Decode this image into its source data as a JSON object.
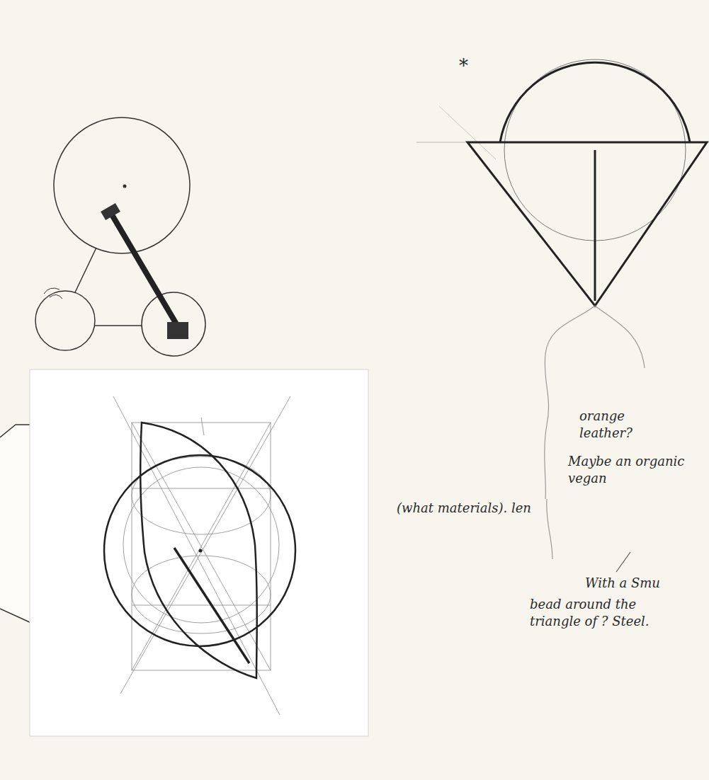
{
  "diagram": {
    "labels": [
      "*",
      "orange leather?",
      "Maybe an organic vegan",
      "(what materials). len",
      "With a Smu",
      "bead around the triangle of ? Steel."
    ]
  }
}
